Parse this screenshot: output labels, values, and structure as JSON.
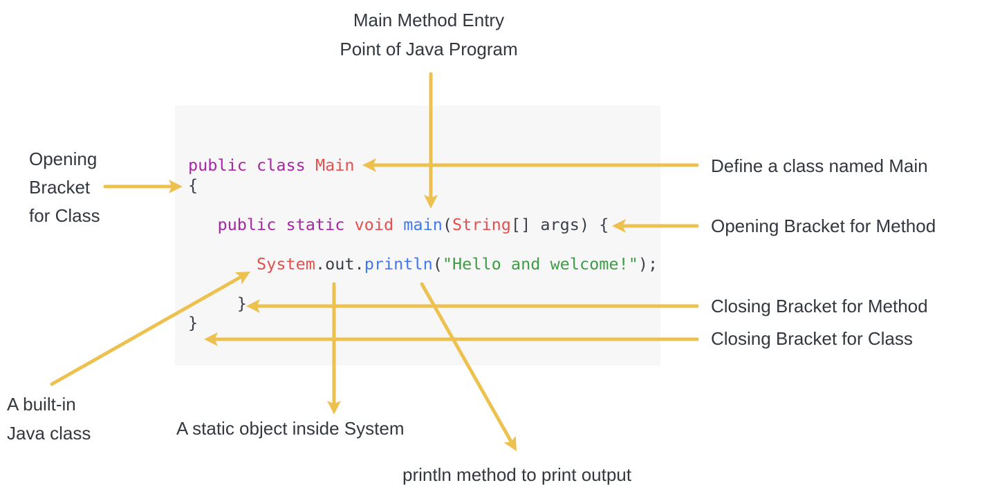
{
  "colors": {
    "arrow": "#EDC14F",
    "label_text": "#33373E",
    "code_block_background": "#f7f7f8",
    "syntax": {
      "keyword": "#A626A4",
      "type": "#E4504D",
      "function": "#4078F2",
      "string": "#3F9B45",
      "plain": "#3B4048"
    }
  },
  "labels": {
    "main_entry": {
      "line1": "Main Method Entry",
      "line2": "Point of Java Program"
    },
    "opening_class": {
      "line1": "Opening",
      "line2": "Bracket",
      "line3": "for Class"
    },
    "define_class": "Define a class named Main",
    "opening_method": "Opening Bracket for Method",
    "closing_method": "Closing Bracket for Method",
    "closing_class": "Closing Bracket for Class",
    "builtin_class": {
      "line1": "A built-in",
      "line2": "Java class"
    },
    "static_object": "A static object inside System",
    "println_method": "println method to print output"
  },
  "code": {
    "language": "java",
    "text": "public class Main\n{\n\n   public static void main(String[] args) {\n\n       System.out.println(\"Hello and welcome!\");\n\n     }\n}",
    "lines": [
      [
        [
          "keyword",
          "public class "
        ],
        [
          "type",
          "Main"
        ]
      ],
      [
        [
          "plain",
          "{"
        ]
      ],
      [],
      [
        [
          "plain",
          "   "
        ],
        [
          "keyword",
          "public static "
        ],
        [
          "type",
          "void "
        ],
        [
          "function",
          "main"
        ],
        [
          "plain",
          "("
        ],
        [
          "type",
          "String"
        ],
        [
          "plain",
          "[] args) {"
        ]
      ],
      [],
      [
        [
          "plain",
          "       "
        ],
        [
          "type",
          "System"
        ],
        [
          "plain",
          ".out."
        ],
        [
          "function",
          "println"
        ],
        [
          "plain",
          "("
        ],
        [
          "string",
          "\"Hello and welcome!\""
        ],
        [
          "plain",
          ");"
        ]
      ],
      [],
      [
        [
          "plain",
          "     }"
        ]
      ],
      [
        [
          "plain",
          "}"
        ]
      ]
    ]
  }
}
